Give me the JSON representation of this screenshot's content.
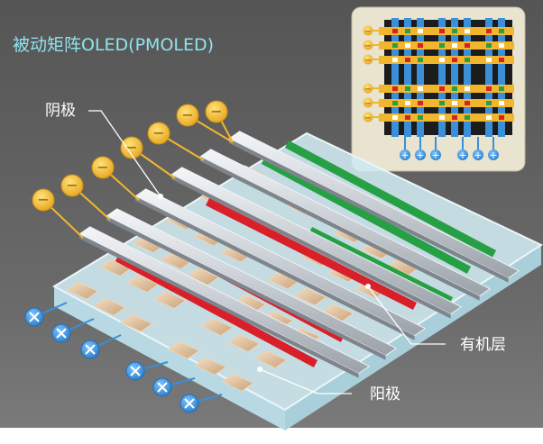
{
  "title": "被动矩阵OLED(PMOLED)",
  "labels": {
    "cathode": "阴极",
    "organic_layer": "有机层",
    "anode": "阳极"
  },
  "symbols": {
    "negative": "−",
    "positive": "+"
  },
  "colors": {
    "background_dark": "#5a5a5a",
    "title_text": "#8fe4ef",
    "electrode_gold": "#f2b62e",
    "terminal_blue": "#3a8fd8",
    "red_stripe": "#d8202a",
    "green_stripe": "#27a045",
    "substrate": "#e3f2f6"
  }
}
